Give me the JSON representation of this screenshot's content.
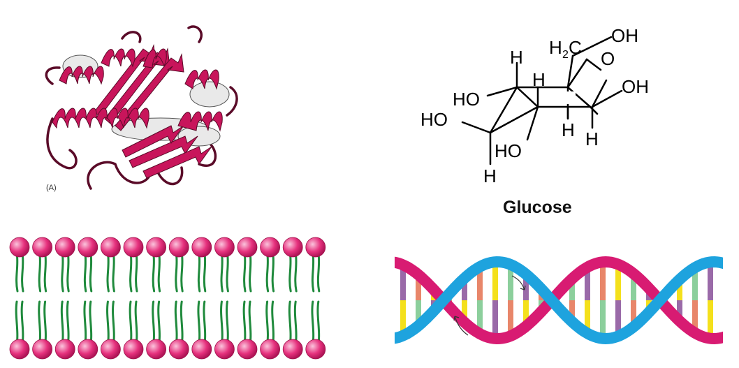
{
  "protein": {
    "panel_label": "(A)",
    "colors": {
      "ribbon": "#c8155b",
      "helix_back": "#e9e9e9",
      "outline": "#5a0b28"
    }
  },
  "glucose": {
    "caption": "Glucose",
    "labels": {
      "h_top_left": "H",
      "h_top_mid": "H",
      "h2c": "H",
      "h2c_sub": "2",
      "h2c_c": "C",
      "oh_top": "OH",
      "ring_o": "O",
      "oh_right": "OH",
      "ho_upper": "HO",
      "ho_left": "HO",
      "h_mid_right": "H",
      "h_right": "H",
      "ho_lower": "HO",
      "h_bottom": "H"
    }
  },
  "membrane": {
    "head_count": 14,
    "colors": {
      "head": "#e6327e",
      "head_highlight": "#fbc4dc",
      "tail": "#1f8a3c"
    }
  },
  "dna": {
    "colors": {
      "strand_a": "#1ea3de",
      "strand_b": "#d81b72",
      "base_green": "#8ccf9c",
      "base_purple": "#9a6aa8",
      "base_orange": "#e8866a",
      "base_yellow": "#f4e01c"
    }
  }
}
